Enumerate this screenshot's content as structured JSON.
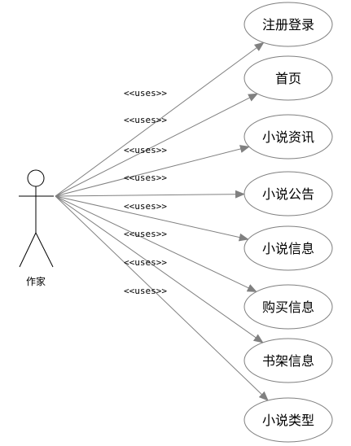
{
  "actor": {
    "label": "作家",
    "icon": "stick-figure-icon"
  },
  "relationship_label": "<<uses>>",
  "use_cases": [
    {
      "label": "注册登录",
      "relation": "<<uses>>"
    },
    {
      "label": "首页",
      "relation": "<<uses>>"
    },
    {
      "label": "小说资讯",
      "relation": "<<uses>>"
    },
    {
      "label": "小说公告",
      "relation": "<<uses>>"
    },
    {
      "label": "小说信息",
      "relation": "<<uses>>"
    },
    {
      "label": "购买信息",
      "relation": "<<uses>>"
    },
    {
      "label": "书架信息",
      "relation": "<<uses>>"
    },
    {
      "label": "小说类型",
      "relation": "<<uses>>"
    }
  ],
  "colors": {
    "connector": "#808080",
    "ellipse_border": "#7f7f7f",
    "background": "#ffffff",
    "text": "#000000"
  }
}
